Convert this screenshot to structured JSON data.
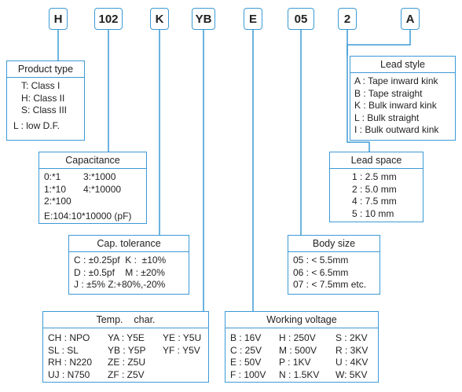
{
  "codes": [
    "H",
    "102",
    "K",
    "YB",
    "E",
    "05",
    "2",
    "A"
  ],
  "product_type": {
    "title": "Product type",
    "items": [
      "T: Class I",
      "H: Class II",
      "S: Class III",
      "L : low D.F."
    ]
  },
  "capacitance": {
    "title": "Capacitance",
    "items": [
      [
        "0:*1",
        "3:*1000"
      ],
      [
        "1:*10",
        "4:*10000"
      ],
      [
        "2:*100",
        ""
      ]
    ],
    "note": "E:104:10*10000 (pF)"
  },
  "cap_tolerance": {
    "title": "Cap. tolerance",
    "rows": [
      "C : ±0.25pf  K :  ±10%",
      "D : ±0.5pf    M : ±20%",
      "J : ±5% Z:+80%,-20%"
    ]
  },
  "temp_char": {
    "title": "Temp.    char.",
    "rows": [
      [
        "CH : NPO",
        "YA : Y5E",
        "YE : Y5U"
      ],
      [
        "SL : SL",
        "YB : Y5P",
        "YF : Y5V"
      ],
      [
        "RH : N220",
        "ZE : Z5U",
        ""
      ],
      [
        "UJ : N750",
        "ZF : Z5V",
        ""
      ]
    ]
  },
  "working_voltage": {
    "title": "Working voltage",
    "rows": [
      [
        "B : 16V",
        "H : 250V",
        "S : 2KV"
      ],
      [
        "C : 25V",
        "M : 500V",
        "R : 3KV"
      ],
      [
        "E : 50V",
        "P : 1KV",
        "U : 4KV"
      ],
      [
        "F : 100V",
        "N : 1.5KV",
        "W: 5KV"
      ]
    ]
  },
  "body_size": {
    "title": "Body size",
    "items": [
      "05 : < 5.5mm",
      "06 : < 6.5mm",
      "07 : < 7.5mm etc."
    ]
  },
  "lead_space": {
    "title": "Lead space",
    "items": [
      "1 : 2.5 mm",
      "2 : 5.0 mm",
      "4 : 7.5 mm",
      "5 : 10 mm"
    ]
  },
  "lead_style": {
    "title": "Lead style",
    "items": [
      "A : Tape inward kink",
      "B : Tape straight",
      "K : Bulk inward kink",
      "L : Bulk straight",
      "I : Bulk outward kink"
    ]
  },
  "colors": {
    "accent": "#3c9ad6"
  }
}
